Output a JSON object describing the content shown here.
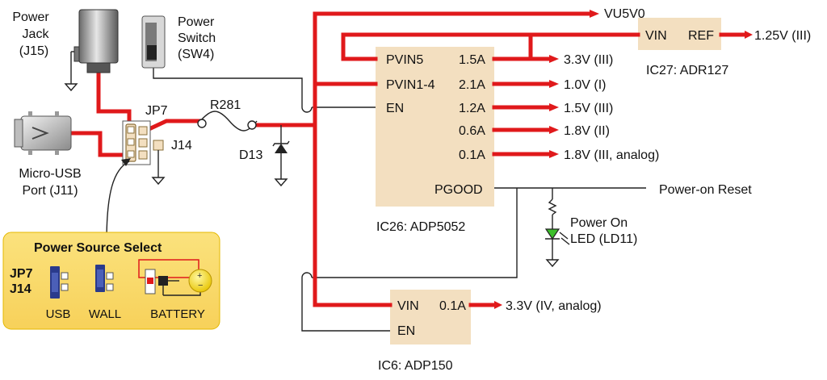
{
  "labels": {
    "power_jack_1": "Power",
    "power_jack_2": "Jack",
    "power_jack_3": "(J15)",
    "power_switch_1": "Power",
    "power_switch_2": "Switch",
    "power_switch_3": "(SW4)",
    "jp7": "JP7",
    "j14": "J14",
    "r281": "R281",
    "d13": "D13",
    "micro_usb_1": "Micro-USB",
    "micro_usb_2": "Port (J11)",
    "vu5v0": "VU5V0",
    "ref_out": "1.25V (III)",
    "power_on_reset": "Power-on Reset",
    "power_on_1": "Power On",
    "power_on_2": "LED (LD11)"
  },
  "ic26": {
    "name": "IC26: ADP5052",
    "pins": [
      "PVIN5",
      "PVIN1-4",
      "EN",
      "PGOOD"
    ],
    "outputs": [
      {
        "current": "1.5A",
        "voltage": "3.3V (III)"
      },
      {
        "current": "2.1A",
        "voltage": "1.0V (I)"
      },
      {
        "current": "1.2A",
        "voltage": "1.5V (III)"
      },
      {
        "current": "0.6A",
        "voltage": "1.8V (II)"
      },
      {
        "current": "0.1A",
        "voltage": "1.8V (III, analog)"
      }
    ]
  },
  "ic27": {
    "name": "IC27: ADR127",
    "vin": "VIN",
    "ref": "REF"
  },
  "ic6": {
    "name": "IC6: ADP150",
    "vin": "VIN",
    "en": "EN",
    "current": "0.1A",
    "output": "3.3V (IV, analog)"
  },
  "power_select": {
    "title": "Power Source Select",
    "jp7": "JP7",
    "j14": "J14",
    "options": [
      "USB",
      "WALL",
      "BATTERY"
    ]
  },
  "colors": {
    "rail": "#e0191b",
    "ic_fill": "#f3dfc0",
    "panel_fill": "#f9d96b",
    "jumper_blue": "#2a3a8c",
    "led_green": "#3bbf2a"
  }
}
